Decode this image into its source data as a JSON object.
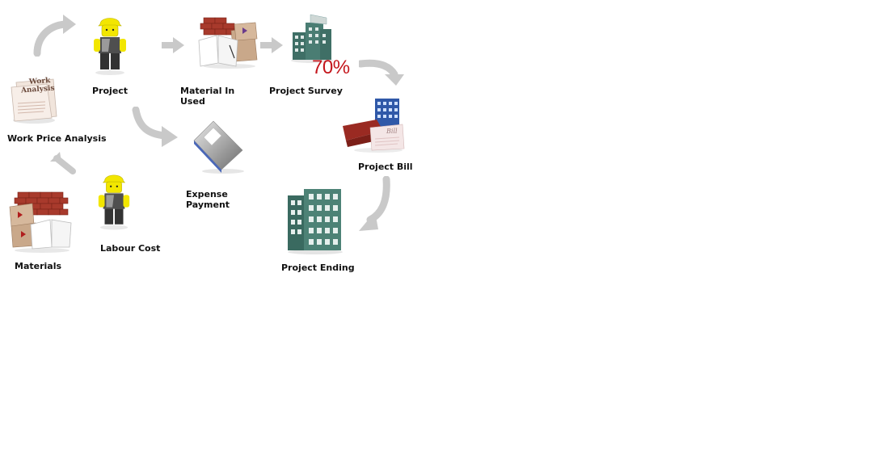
{
  "nodes": {
    "work_price_analysis": {
      "label": "Work Price Analysis",
      "doc_title_line1": "Work",
      "doc_title_line2": "Analysis"
    },
    "project": {
      "label": "Project"
    },
    "material_in_used": {
      "label_line1": "Material In",
      "label_line2": "Used"
    },
    "project_survey": {
      "label": "Project Survey",
      "percent": "70%"
    },
    "project_bill": {
      "label": "Project Bill",
      "doc_text": "Bill"
    },
    "project_ending": {
      "label": "Project Ending"
    },
    "expense_payment": {
      "label_line1": "Expense",
      "label_line2": "Payment"
    },
    "labour_cost": {
      "label": "Labour Cost"
    },
    "materials": {
      "label": "Materials"
    }
  },
  "colors": {
    "arrow": "#c9c9c9",
    "accent_red": "#c4161c",
    "brick": "#a83a2c",
    "building": "#3f6f66",
    "figure_yellow": "#f2e600"
  },
  "icons": [
    "worker-figure-icon",
    "brick-stack-icon",
    "building-icon",
    "document-icon",
    "folder-icon",
    "book-icon"
  ]
}
